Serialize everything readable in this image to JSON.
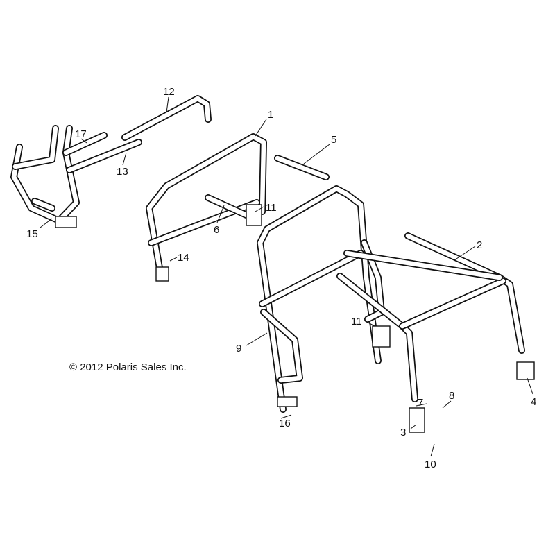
{
  "copyright": "© 2012 Polaris Sales Inc.",
  "callouts": [
    "12",
    "1",
    "5",
    "17",
    "13",
    "15",
    "6",
    "11",
    "14",
    "2",
    "11",
    "9",
    "4",
    "7",
    "8",
    "3",
    "16",
    "10"
  ]
}
